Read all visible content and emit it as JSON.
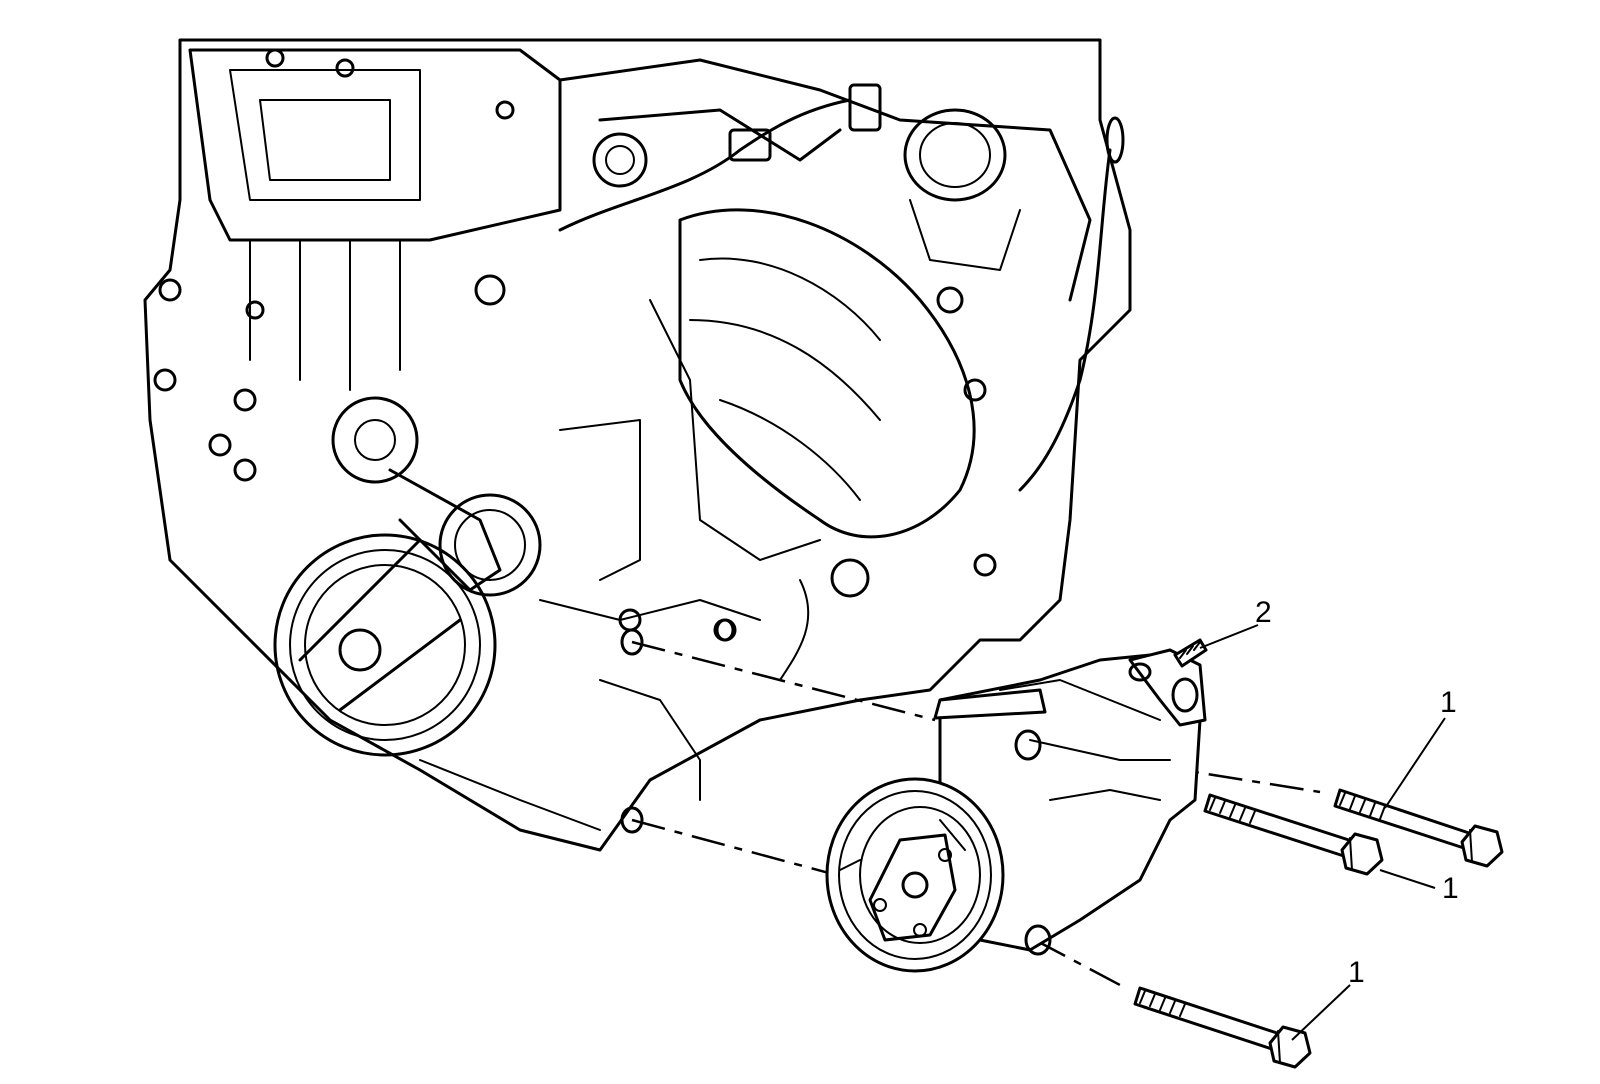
{
  "callouts": {
    "c1": "1",
    "c2": "1",
    "c3": "1",
    "c4": "2"
  },
  "colors": {
    "ink": "#000000",
    "background": "#ffffff"
  }
}
